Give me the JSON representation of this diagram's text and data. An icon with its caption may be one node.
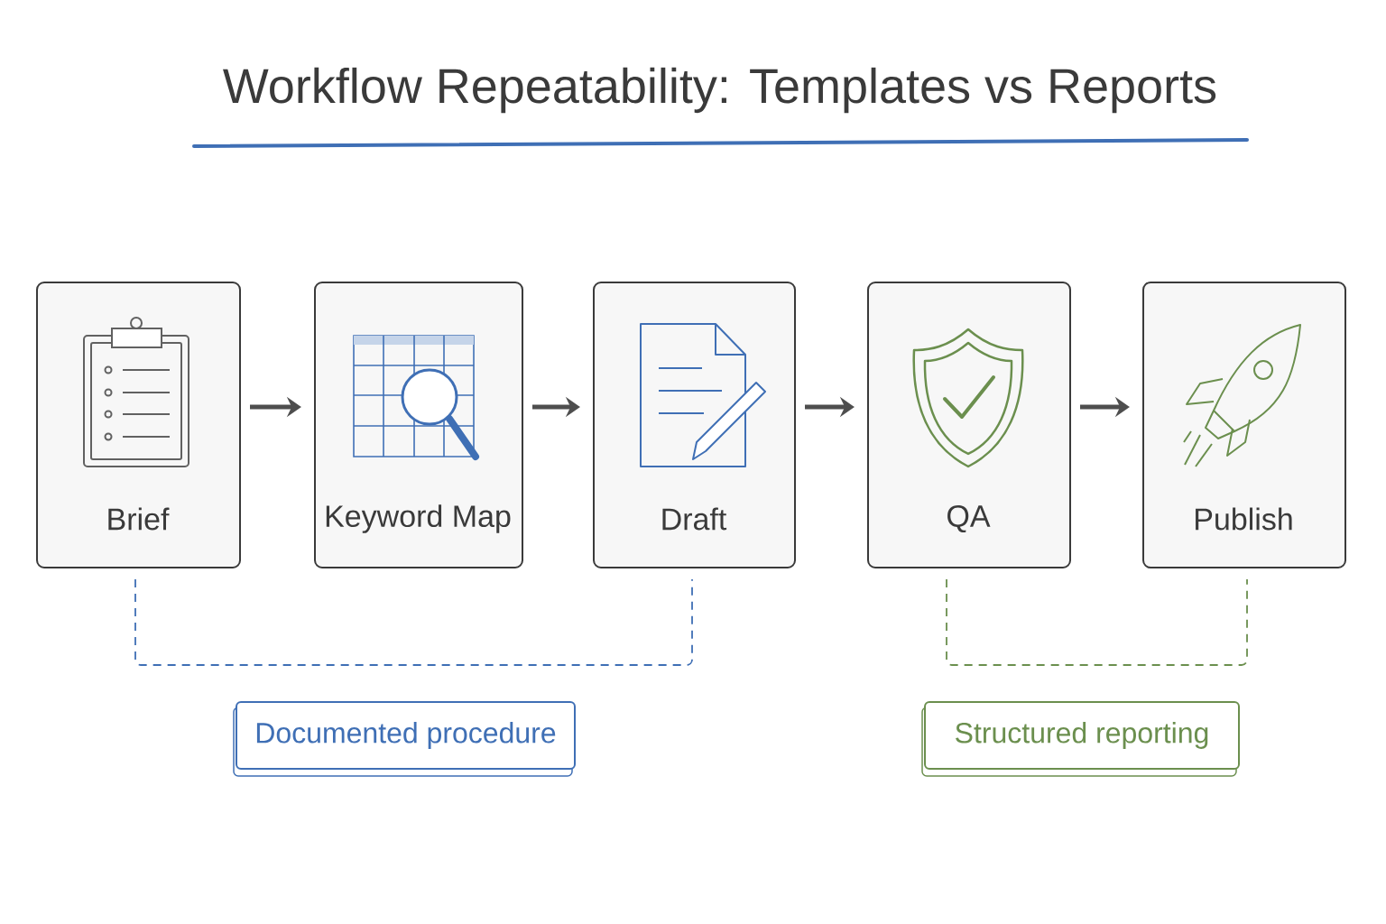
{
  "diagram": {
    "title": "Workflow Repeatability: Templates vs Reports",
    "nodes": [
      {
        "text": [
          "Brief"
        ]
      },
      {
        "text": [
          "Keyword Map"
        ]
      },
      {
        "text": [
          "Draft"
        ]
      },
      {
        "text": [
          "QA"
        ]
      },
      {
        "text": [
          "Publish"
        ]
      },
      {
        "text": [
          "Documented procedure"
        ]
      },
      {
        "text": [
          "Structured reporting"
        ]
      }
    ],
    "edges": [
      {
        "from": 0,
        "to": 1,
        "arrow": "to"
      },
      {
        "from": 1,
        "to": 2,
        "arrow": "to"
      },
      {
        "from": 2,
        "to": 3,
        "arrow": "to"
      },
      {
        "from": 3,
        "to": 4,
        "arrow": "to"
      }
    ]
  }
}
